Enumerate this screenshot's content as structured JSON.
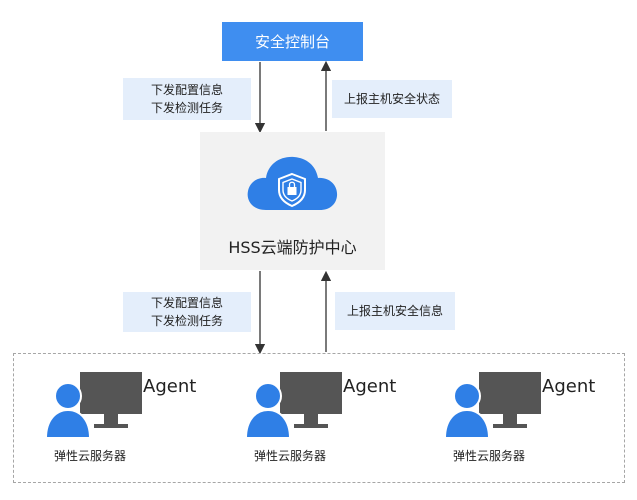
{
  "console": {
    "label": "安全控制台"
  },
  "downlink_top": {
    "line1": "下发配置信息",
    "line2": "下发检测任务"
  },
  "uplink_top": {
    "label": "上报主机安全状态"
  },
  "center": {
    "title": "HSS云端防护中心",
    "icon": "shield-cloud-icon"
  },
  "downlink_bottom": {
    "line1": "下发配置信息",
    "line2": "下发检测任务"
  },
  "uplink_bottom": {
    "label": "上报主机安全信息"
  },
  "servers": [
    {
      "agent": "Agent",
      "label": "弹性云服务器"
    },
    {
      "agent": "Agent",
      "label": "弹性云服务器"
    },
    {
      "agent": "Agent",
      "label": "弹性云服务器"
    }
  ],
  "colors": {
    "accent": "#3f8ef0",
    "label_bg": "#e4eefb",
    "center_bg": "#f2f2f2",
    "icon_blue": "#2f7fe6",
    "monitor": "#555555"
  }
}
